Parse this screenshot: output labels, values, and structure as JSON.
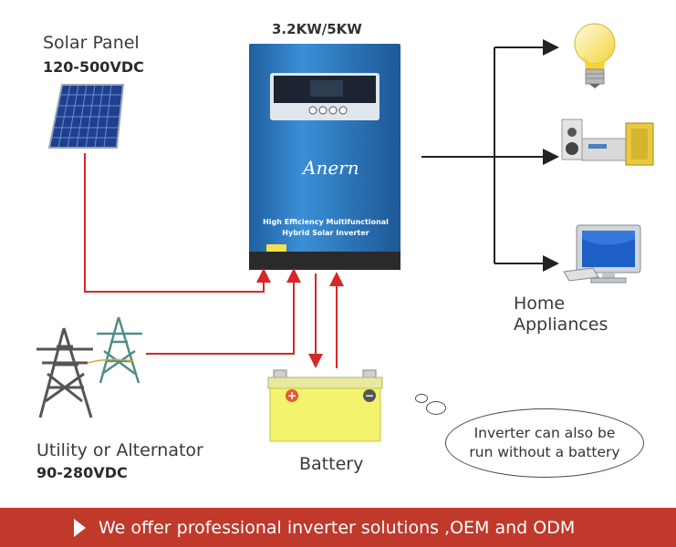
{
  "inverter": {
    "model": "3.2KW/5KW",
    "brand": "Anern",
    "panel_line1": "High Efficiency Multifunctional",
    "panel_line2": "Hybrid Solar Inverter",
    "body_color": "#2f7dc1",
    "display_color": "#1b2430"
  },
  "solar": {
    "label": "Solar Panel",
    "voltage": "120-500VDC"
  },
  "home": {
    "line1": "Home",
    "line2": "Appliances"
  },
  "utility": {
    "label": "Utility or Alternator",
    "voltage": "90-280VDC"
  },
  "battery": {
    "label": "Battery"
  },
  "note": {
    "line1": "Inverter can also be",
    "line2": "run without a battery"
  },
  "banner": {
    "text": "We offer professional inverter solutions ,OEM and ODM",
    "color": "#c0392b"
  },
  "colors": {
    "power_line": "#d62828",
    "output_line": "#222222"
  },
  "icons": [
    "solar-panel-icon",
    "lightbulb-icon",
    "stereo-icon",
    "computer-icon",
    "power-tower-icon",
    "battery-icon"
  ]
}
